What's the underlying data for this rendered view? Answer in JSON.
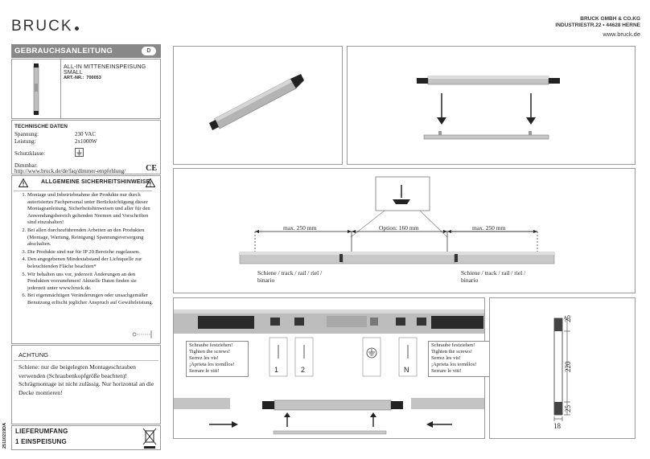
{
  "brand": {
    "logo": "BRUCK"
  },
  "company": {
    "name": "BRUCK GMBH & CO.KG",
    "address": "INDUSTRIESTR.22 • 44628 HERNE",
    "web": "www.bruck.de"
  },
  "header": {
    "title": "GEBRAUCHSANLEITUNG",
    "lang": "D"
  },
  "product": {
    "name": "ALL-IN MITTENEINSPEISUNG SMALL",
    "art_label": "ART.-NR.:",
    "art_no": "700053"
  },
  "tech": {
    "title": "TECHNISCHE DATEN",
    "rows": [
      {
        "label": "Spannung:",
        "value": "230 VAC"
      },
      {
        "label": "Leistung:",
        "value": "2x1000W"
      },
      {
        "label": "Schutzklasse:",
        "value": ""
      }
    ],
    "dimmbar_label": "Dimmbar:",
    "dimmbar_url": "http://www.bruck.de/de/faq/dimmer-empfehlung/",
    "ce": "CE"
  },
  "safety": {
    "title": "ALLGEMEINE SICHERHEITSHINWEISE",
    "items": [
      "Montage und Inbetriebnahme der Produkte nur durch autorisiertes Fachpersonal unter Berücksichtigung dieser Montageanleitung, Sicherheitshinweisen und aller für den Anwendungsbereich geltenden Normen und Vorschriften sind einzuhalten!",
      "Bei allen durchzuführenden Arbeiten an den Produkten (Montage, Wartung, Reinigung) Spannungsversorgung abschalten.",
      "Die Produkte sind nur für IP 20 Bereiche zugelassen.",
      "Den angegebenen Mindestabstand der Lichtquelle zur beleuchtenden Fläche beachten*",
      "Wir behalten uns vor, jederzeit Änderungen an den Produkten vorzunehmen! Aktuelle Daten finden sie jederzeit unter www.bruck.de.",
      "Bei eigenmächtigen Veränderungen oder unsachgemäßer Benutzung erlischt jeglicher Anspruch auf Gewährleistung."
    ]
  },
  "achtung": {
    "title": "ACHTUNG",
    "text": "Schiene: nur die beigelegten Montageschrauben verwenden (Schraubenkopfgröße beachten)! Schrägmontage ist nicht zulässig. Nur horizontal an die Decke montieren!"
  },
  "delivery": {
    "line1": "LIEFERUMFANG",
    "line2": "1 EINSPEISUNG"
  },
  "side_code": "25110219DA",
  "diagram": {
    "max_left": "max. 250 mm",
    "option": "Option: 160 mm",
    "max_right": "max. 250 mm",
    "rail_label": "Schiene / track / rail / riel / binario"
  },
  "screws": {
    "note_lines": [
      "Schraube festziehen!",
      "Tighten the screws!",
      "Serrez les vis!",
      "¡Aprieta los tornillos!",
      "Serrare le viti!"
    ],
    "terminals": [
      "1",
      "2",
      "N"
    ]
  },
  "dimensions": {
    "top": "25",
    "middle": "220",
    "bottom": "25",
    "width": "18"
  }
}
